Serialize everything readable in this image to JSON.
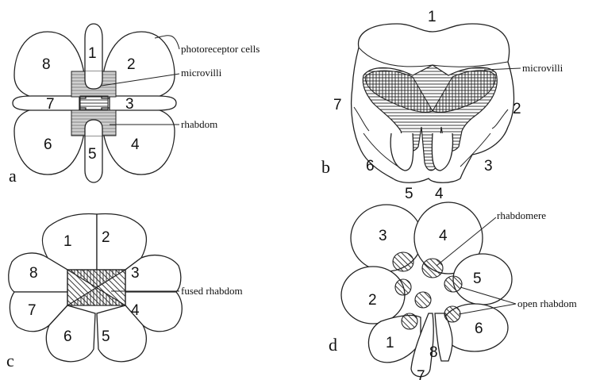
{
  "panels": {
    "a": {
      "letter": "a",
      "cells": [
        "1",
        "2",
        "3",
        "4",
        "5",
        "6",
        "7",
        "8"
      ],
      "labels": {
        "photoreceptor": "photoreceptor cells",
        "microvilli": "microvilli",
        "rhabdom": "rhabdom"
      }
    },
    "b": {
      "letter": "b",
      "cells": [
        "1",
        "2",
        "3",
        "4",
        "5",
        "6",
        "7"
      ],
      "labels": {
        "microvilli": "microvilli"
      }
    },
    "c": {
      "letter": "c",
      "cells": [
        "1",
        "2",
        "3",
        "4",
        "5",
        "6",
        "7",
        "8"
      ],
      "labels": {
        "fused": "fused rhabdom"
      }
    },
    "d": {
      "letter": "d",
      "cells": [
        "1",
        "2",
        "3",
        "4",
        "5",
        "6",
        "7",
        "8"
      ],
      "labels": {
        "rhabdomere": "rhabdomere",
        "open": "open rhabdom"
      }
    }
  },
  "colors": {
    "stroke": "#222222",
    "fill": "#ffffff"
  }
}
